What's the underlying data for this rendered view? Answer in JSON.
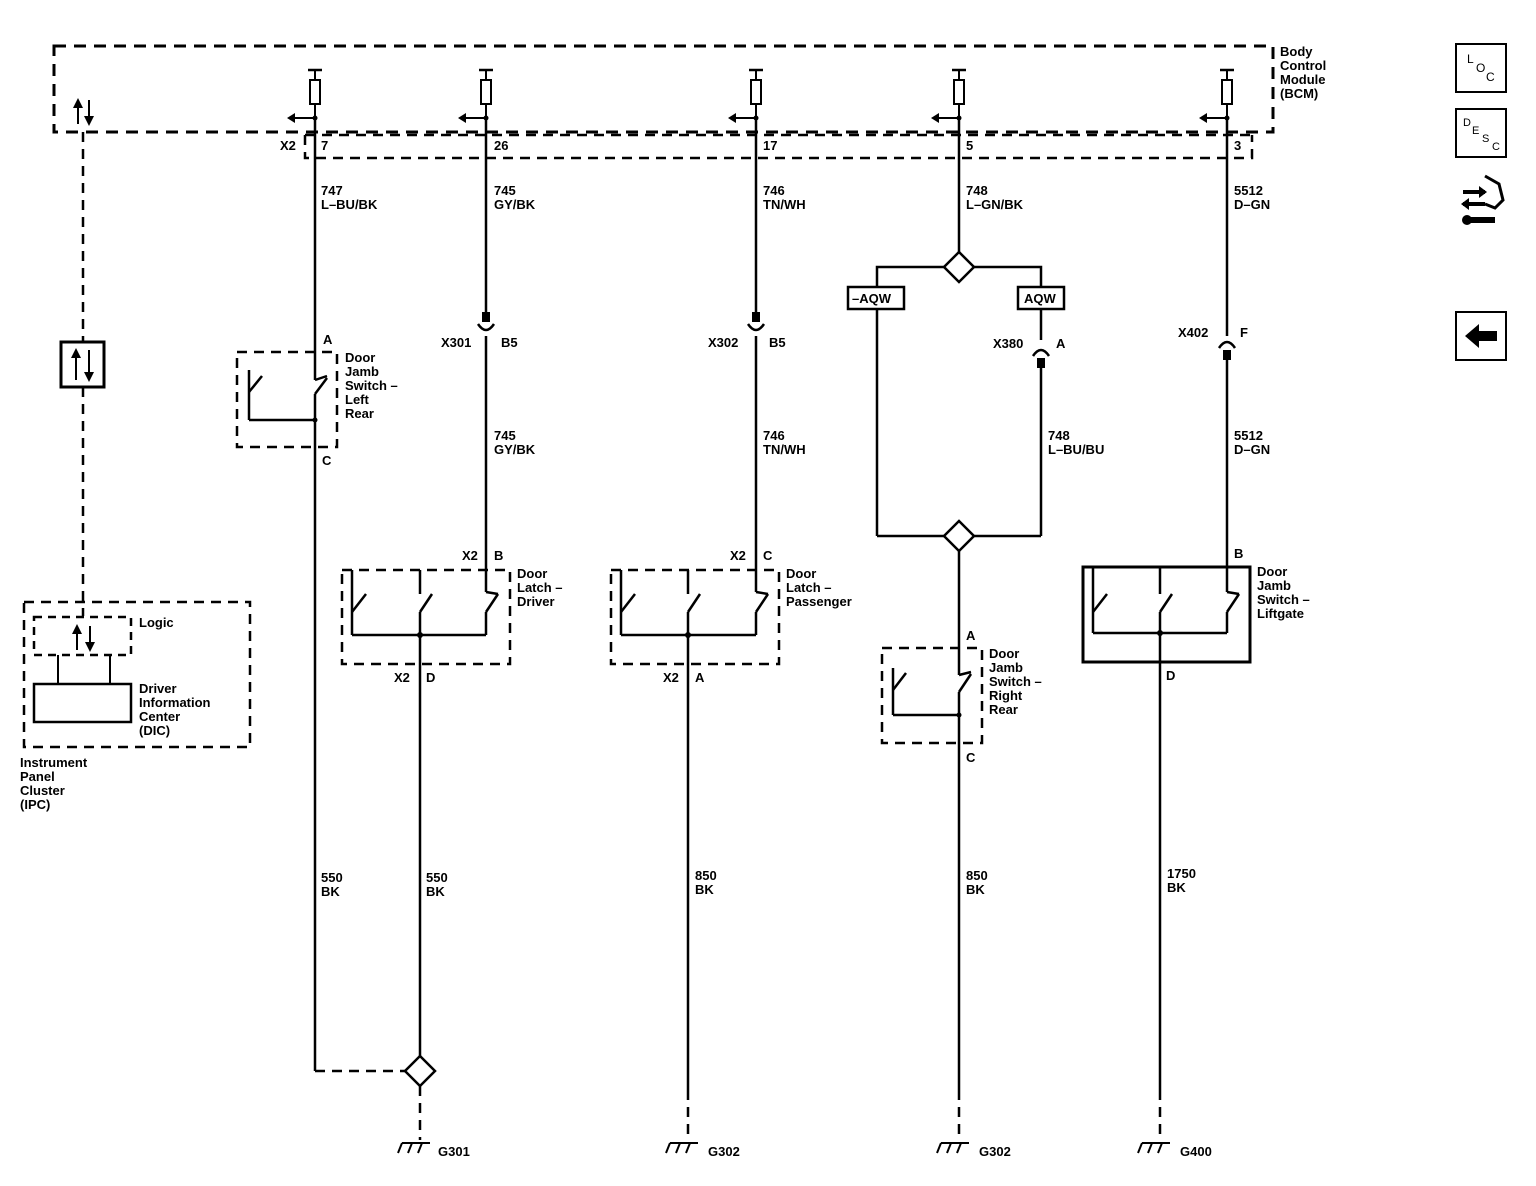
{
  "modules": {
    "bcm": [
      "Body",
      "Control",
      "Module",
      "(BCM)"
    ],
    "ipc": [
      "Instrument",
      "Panel",
      "Cluster",
      "(IPC)"
    ],
    "ipc_logic": "Logic",
    "dic": [
      "Driver",
      "Information",
      "Center",
      "(DIC)"
    ]
  },
  "bcm_pins": {
    "connector": "X2",
    "p7": "7",
    "p26": "26",
    "p17": "17",
    "p5": "5",
    "p3": "3"
  },
  "wires": {
    "w747": [
      "747",
      "L–BU/BK"
    ],
    "w745": [
      "745",
      "GY/BK"
    ],
    "w746": [
      "746",
      "TN/WH"
    ],
    "w748": [
      "748",
      "L–GN/BK"
    ],
    "w5512": [
      "5512",
      "D–GN"
    ],
    "w745b": [
      "745",
      "GY/BK"
    ],
    "w746b": [
      "746",
      "TN/WH"
    ],
    "w748b": [
      "748",
      "L–BU/BU"
    ],
    "w5512b": [
      "5512",
      "D–GN"
    ],
    "g550a": [
      "550",
      "BK"
    ],
    "g550b": [
      "550",
      "BK"
    ],
    "g850a": [
      "850",
      "BK"
    ],
    "g850b": [
      "850",
      "BK"
    ],
    "g1750": [
      "1750",
      "BK"
    ]
  },
  "connectors": {
    "x301": "X301",
    "x301_pin": "B5",
    "x302": "X302",
    "x302_pin": "B5",
    "x380": "X380",
    "x380_pin": "A",
    "x402": "X402",
    "x402_pin": "F"
  },
  "options": {
    "neg_aqw": "–AQW",
    "aqw": "AQW"
  },
  "switches": {
    "jamb_lr": [
      "Door",
      "Jamb",
      "Switch –",
      "Left",
      "Rear"
    ],
    "jamb_lr_a": "A",
    "jamb_lr_c": "C",
    "latch_drv": [
      "Door",
      "Latch –",
      "Driver"
    ],
    "latch_drv_conn": "X2",
    "latch_drv_b": "B",
    "latch_drv_d": "D",
    "latch_pass": [
      "Door",
      "Latch –",
      "Passenger"
    ],
    "latch_pass_conn": "X2",
    "latch_pass_c": "C",
    "latch_pass_a": "A",
    "jamb_rr": [
      "Door",
      "Jamb",
      "Switch –",
      "Right",
      "Rear"
    ],
    "jamb_rr_a": "A",
    "jamb_rr_c": "C",
    "jamb_lg": [
      "Door",
      "Jamb",
      "Switch –",
      "Liftgate"
    ],
    "jamb_lg_b": "B",
    "jamb_lg_d": "D"
  },
  "grounds": {
    "g301": "G301",
    "g302a": "G302",
    "g302b": "G302",
    "g400": "G400"
  },
  "sidebar": {
    "loc": {
      "l": "L",
      "o": "O",
      "c": "C"
    },
    "desc": {
      "d": "D",
      "e": "E",
      "s": "S",
      "c": "C"
    },
    "icons": [
      "loc-icon",
      "desc-icon",
      "connector-icon",
      "back-arrow-icon"
    ]
  }
}
